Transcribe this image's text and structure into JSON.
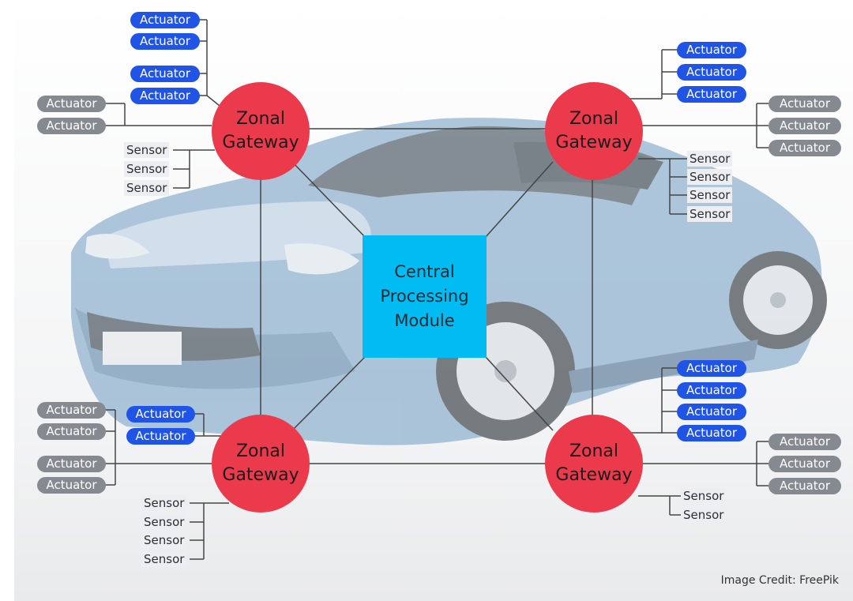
{
  "labels": {
    "actuator": "Actuator",
    "sensor": "Sensor",
    "zonal_line1": "Zonal",
    "zonal_line2": "Gateway",
    "cpm_line1": "Central",
    "cpm_line2": "Processing",
    "cpm_line3": "Module",
    "credit": "Image Credit: FreePik"
  },
  "colors": {
    "gateway": "#eb3a4c",
    "cpm": "#00bcf2",
    "actuator_blue": "#1f54e6",
    "actuator_gray": "#858a90",
    "car_body": "#6e9cc2",
    "lines": "#444444"
  },
  "illustration": "car-illustration"
}
